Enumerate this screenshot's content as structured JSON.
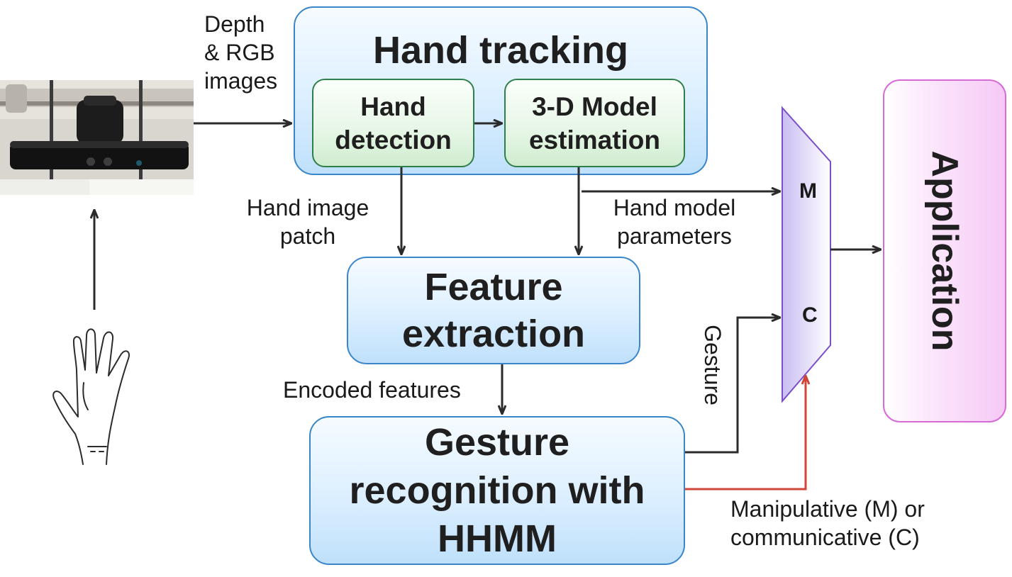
{
  "boxes": {
    "hand_tracking": "Hand tracking",
    "hand_detection": [
      "Hand",
      "detection"
    ],
    "model_estimation": [
      "3-D Model",
      "estimation"
    ],
    "feature_extraction": [
      "Feature",
      "extraction"
    ],
    "gesture_recognition": [
      "Gesture",
      "recognition with",
      "HHMM"
    ],
    "application": "Application"
  },
  "labels": {
    "input": [
      "Depth",
      "& RGB",
      "images"
    ],
    "hand_image_patch": [
      "Hand image",
      "patch"
    ],
    "hand_model_parameters": [
      "Hand model",
      "parameters"
    ],
    "encoded_features": "Encoded features",
    "gesture": "Gesture",
    "mode": [
      "Manipulative (M) or",
      "communicative (C)"
    ]
  },
  "mux": {
    "m": "M",
    "c": "C"
  },
  "colors": {
    "box_border": "#3a86c8",
    "sub_border": "#2f7f4a",
    "app_border": "#d66ad6",
    "mux_border": "#7b4fc9",
    "arrow": "#2b2b2b",
    "mode_arrow": "#d0473a"
  }
}
